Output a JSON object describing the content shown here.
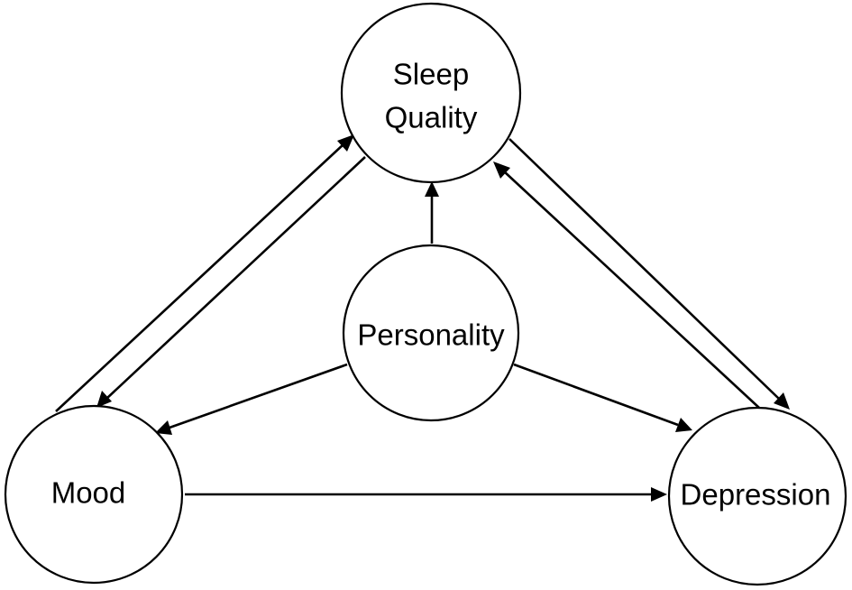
{
  "nodes": {
    "sleep_quality": {
      "lines": [
        "Sleep",
        "Quality"
      ]
    },
    "personality": {
      "lines": [
        "Personality"
      ]
    },
    "mood": {
      "lines": [
        "Mood"
      ]
    },
    "depression": {
      "lines": [
        "Depression"
      ]
    }
  },
  "edges": [
    {
      "from": "mood",
      "to": "sleep_quality"
    },
    {
      "from": "sleep_quality",
      "to": "mood"
    },
    {
      "from": "personality",
      "to": "sleep_quality"
    },
    {
      "from": "personality",
      "to": "mood"
    },
    {
      "from": "personality",
      "to": "depression"
    },
    {
      "from": "mood",
      "to": "depression"
    },
    {
      "from": "sleep_quality",
      "to": "depression"
    },
    {
      "from": "depression",
      "to": "sleep_quality"
    }
  ]
}
